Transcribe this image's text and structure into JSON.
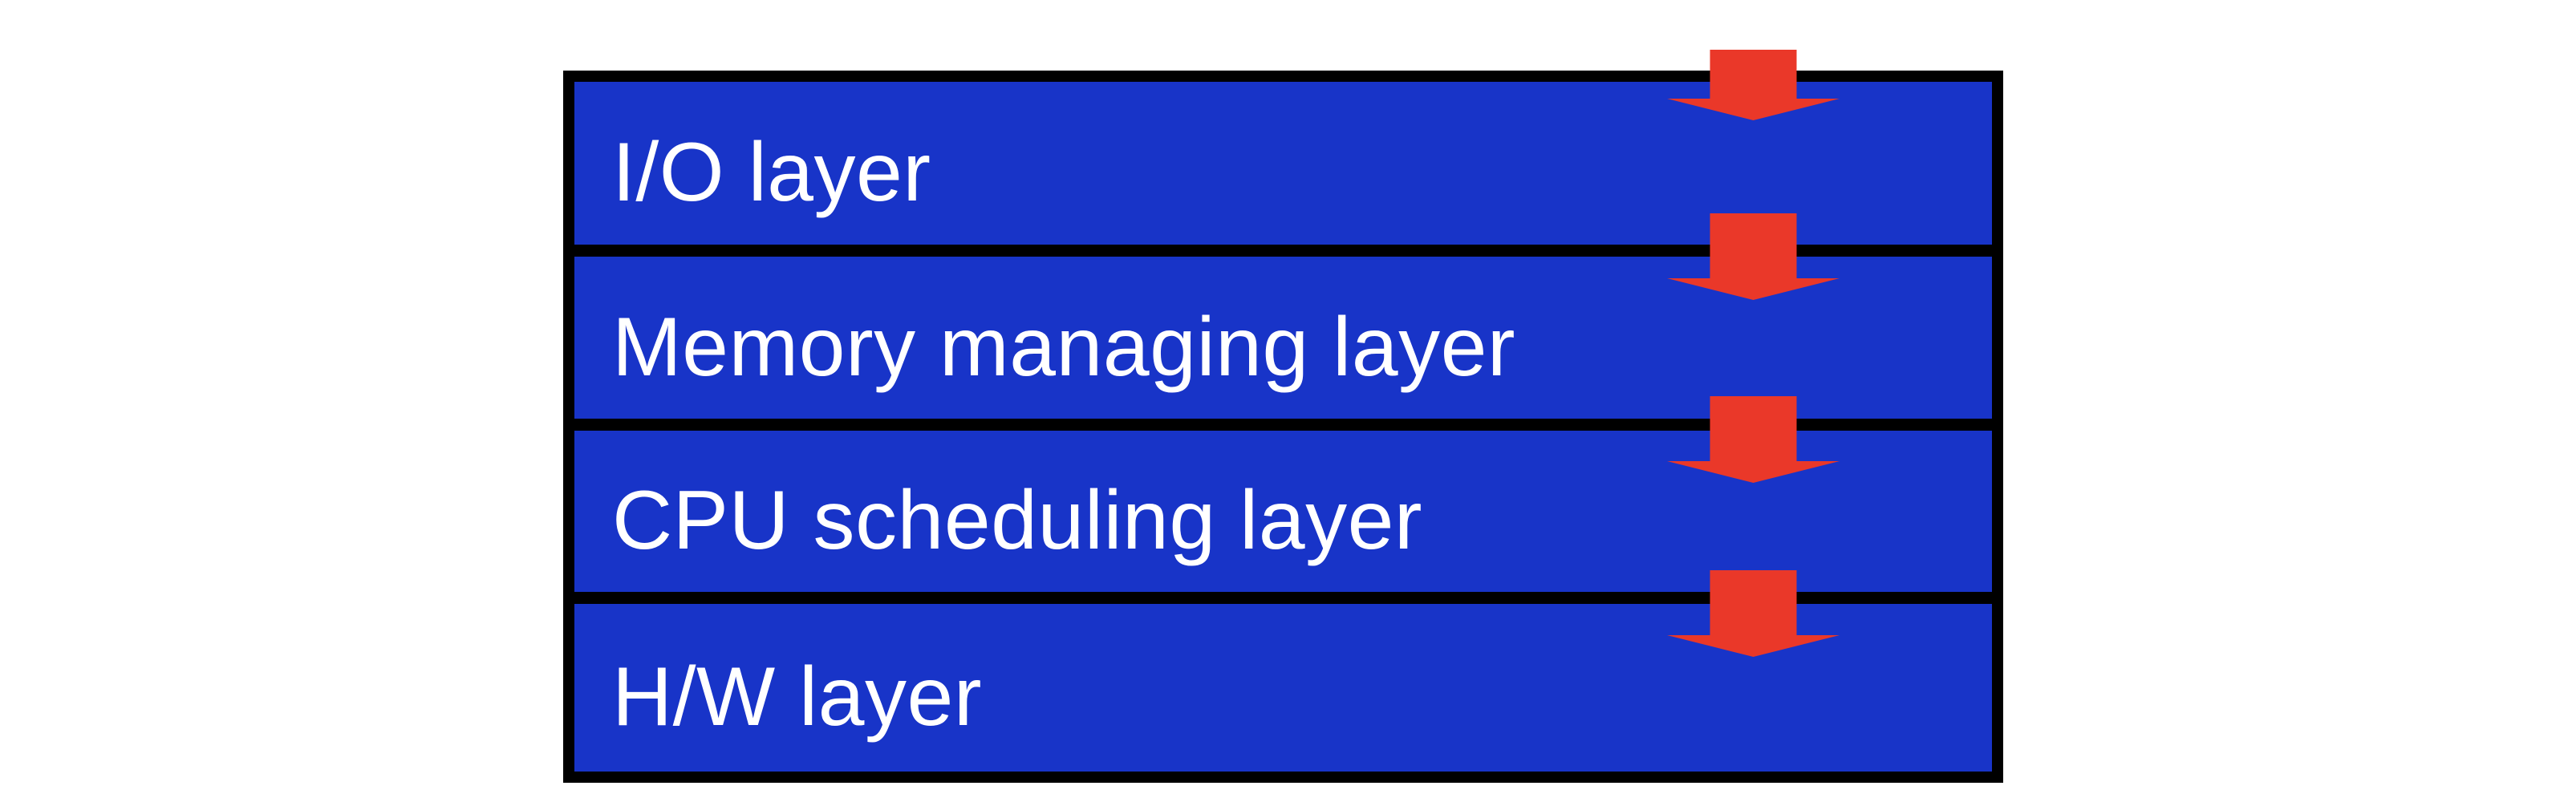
{
  "diagram": {
    "type": "layered-stack",
    "layers": [
      {
        "id": "io",
        "label": "I/O layer"
      },
      {
        "id": "memory",
        "label": "Memory managing layer"
      },
      {
        "id": "cpu",
        "label": "CPU scheduling layer"
      },
      {
        "id": "hw",
        "label": "H/W layer"
      }
    ],
    "flow_arrows": [
      {
        "icon": "down-arrow-icon",
        "points_into": "I/O layer"
      },
      {
        "icon": "down-arrow-icon",
        "points_into": "Memory managing layer"
      },
      {
        "icon": "down-arrow-icon",
        "points_into": "CPU scheduling layer"
      },
      {
        "icon": "down-arrow-icon",
        "points_into": "H/W layer"
      }
    ],
    "colors": {
      "layer_fill": "#1834C8",
      "layer_border": "#000000",
      "arrow_fill": "#EA3829",
      "label_text": "#FFFFFF",
      "page_background": "#FFFFFF"
    }
  }
}
